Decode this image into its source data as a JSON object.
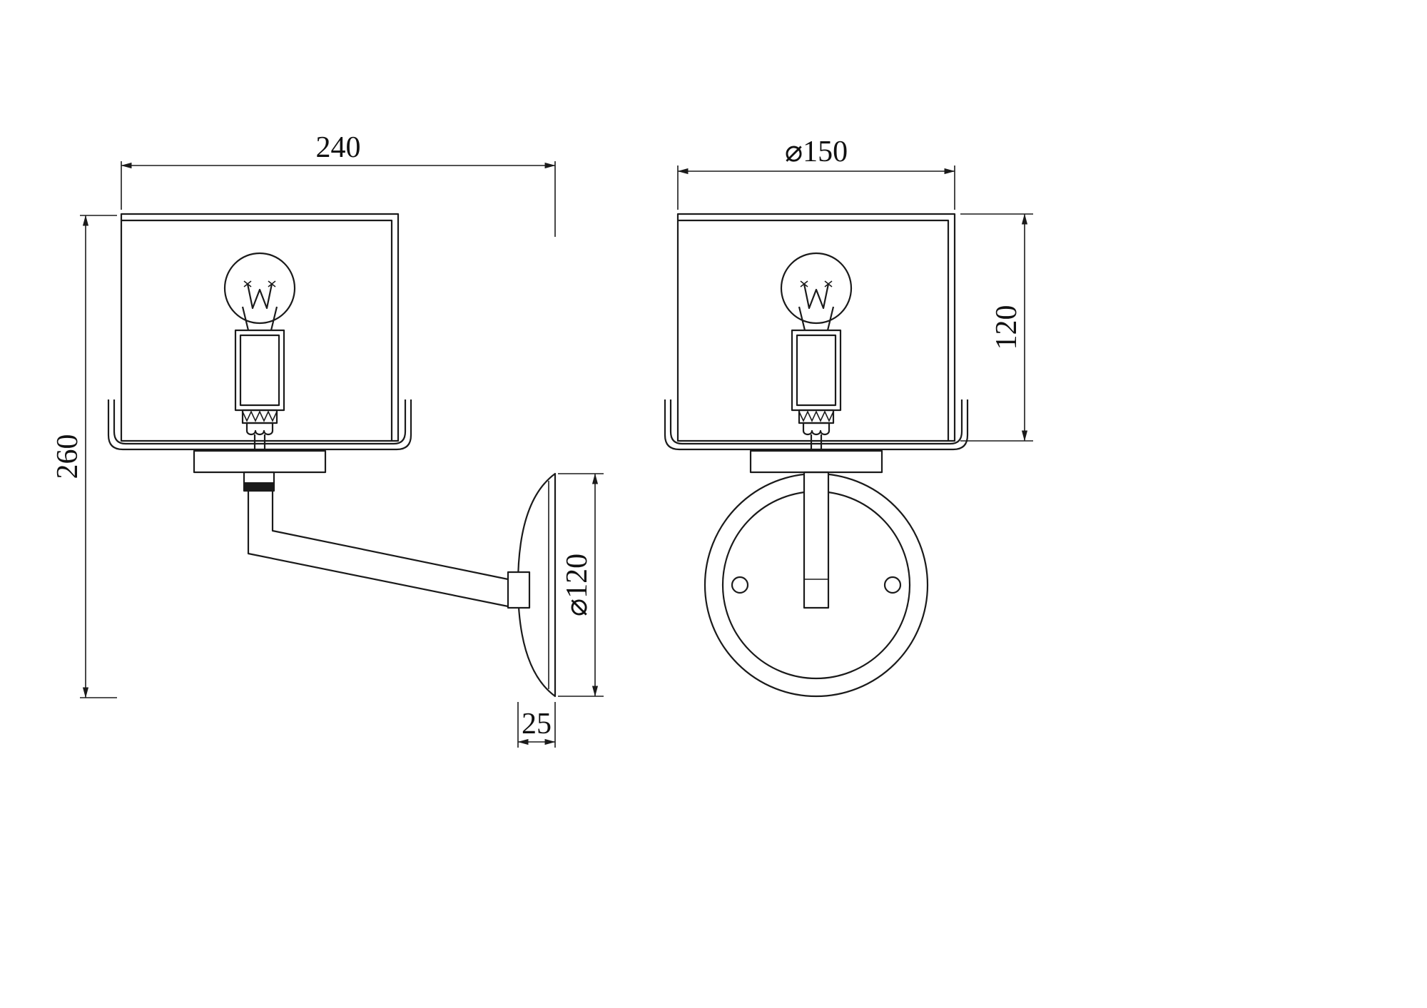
{
  "drawing": {
    "line_color": "#1a1a1a",
    "background_color": "#ffffff",
    "dimensions": {
      "overall_depth": "240",
      "overall_height": "260",
      "shade_diameter": "⌀150",
      "shade_height": "120",
      "backplate_diameter": "⌀120",
      "backplate_depth": "25"
    }
  }
}
